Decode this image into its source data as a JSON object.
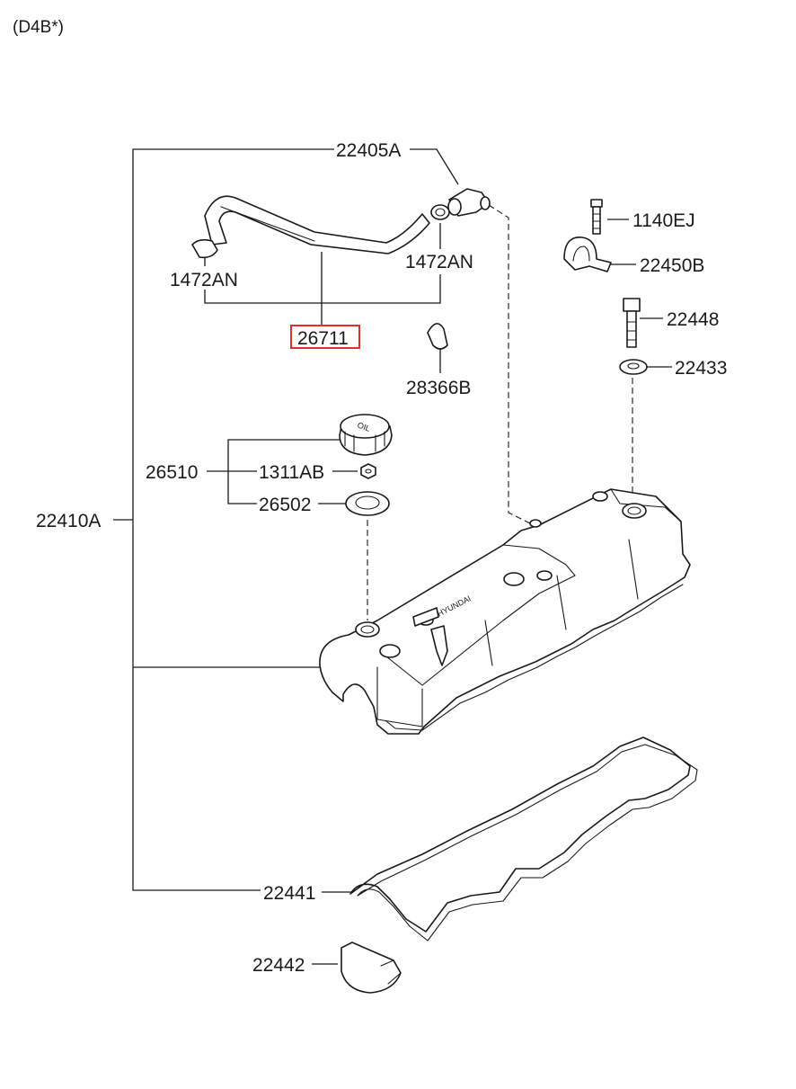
{
  "header": "(D4B*)",
  "labels": {
    "p22405A": "22405A",
    "p1140EJ": "1140EJ",
    "p1472AN_left": "1472AN",
    "p1472AN_right": "1472AN",
    "p22450B": "22450B",
    "p26711": "26711",
    "p22448": "22448",
    "p22433": "22433",
    "p28366B": "28366B",
    "p26510": "26510",
    "p1311AB": "1311AB",
    "p26502": "26502",
    "p22410A": "22410A",
    "p22441": "22441",
    "p22442": "22442"
  },
  "highlight_color": "#e0302a"
}
